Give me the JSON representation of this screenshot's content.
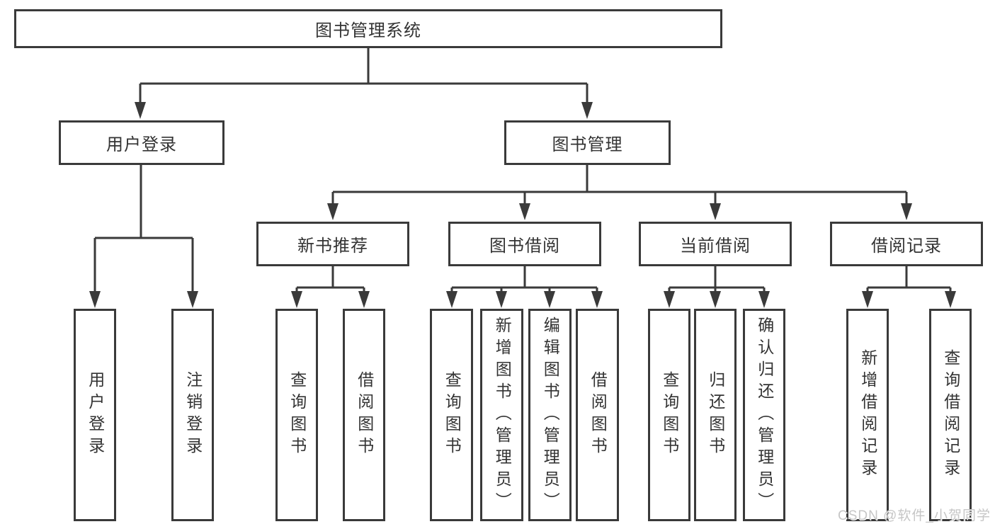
{
  "diagram": {
    "type": "hierarchy-tree",
    "title": "图书管理系统",
    "colors": {
      "line": "#3a3a3a",
      "text": "#333333",
      "background": "#ffffff",
      "watermark": "#c6c6c6"
    },
    "tree": {
      "label": "图书管理系统",
      "children": [
        {
          "label": "用户登录",
          "children": [
            {
              "label": "用户登录"
            },
            {
              "label": "注销登录"
            }
          ]
        },
        {
          "label": "图书管理",
          "children": [
            {
              "label": "新书推荐",
              "children": [
                {
                  "label": "查询图书"
                },
                {
                  "label": "借阅图书"
                }
              ]
            },
            {
              "label": "图书借阅",
              "children": [
                {
                  "label": "查询图书"
                },
                {
                  "label": "新增图书（管理员）"
                },
                {
                  "label": "编辑图书（管理员）"
                },
                {
                  "label": "借阅图书"
                }
              ]
            },
            {
              "label": "当前借阅",
              "children": [
                {
                  "label": "查询图书"
                },
                {
                  "label": "归还图书"
                },
                {
                  "label": "确认归还（管理员）"
                }
              ]
            },
            {
              "label": "借阅记录",
              "children": [
                {
                  "label": "新增借阅记录"
                },
                {
                  "label": "查询借阅记录"
                }
              ]
            }
          ]
        }
      ]
    },
    "watermark": "CSDN @软件_小贺同学"
  }
}
